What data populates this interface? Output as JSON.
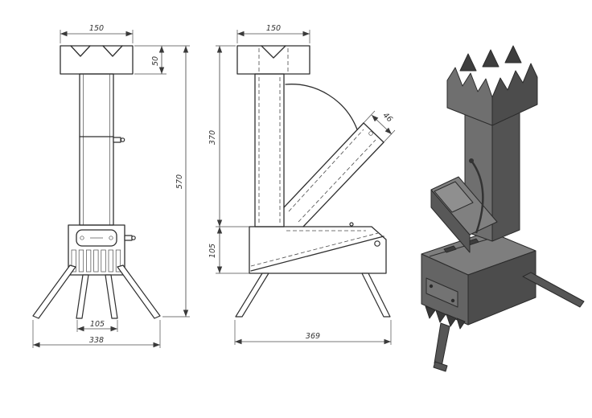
{
  "front_view": {
    "dim_top_width": "150",
    "dim_crown_height": "50",
    "dim_overall_height": "570",
    "dim_leg_span": "105",
    "dim_base_width": "338"
  },
  "side_view": {
    "dim_top_width": "150",
    "dim_body_height": "370",
    "dim_firebox_height": "105",
    "dim_base_depth": "369",
    "dim_feed_tube": "46"
  },
  "colors": {
    "line": "#2f2f2f",
    "render_light": "#808080",
    "render_mid": "#6f6f6f",
    "render_dark": "#4c4c4c",
    "background": "#ffffff"
  }
}
